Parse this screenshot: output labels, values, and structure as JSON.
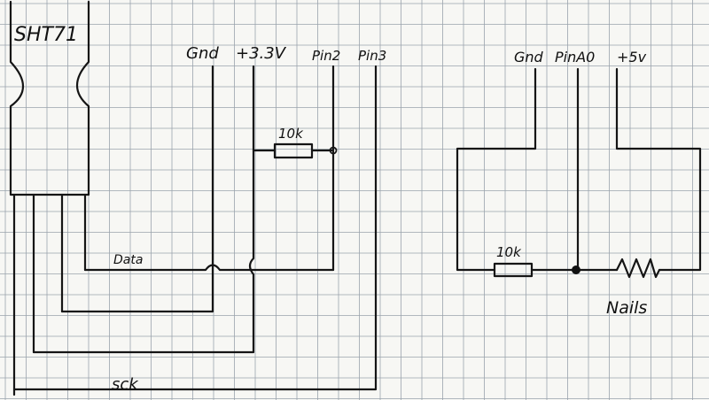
{
  "sensor": {
    "label": "SHT71"
  },
  "left_header": {
    "gnd": "Gnd",
    "v33": "+3.3V",
    "pin2": "Pin2",
    "pin3": "Pin3"
  },
  "right_header": {
    "gnd": "Gnd",
    "pina0": "PinA0",
    "v5": "+5v"
  },
  "resistor_left": {
    "value": "10k"
  },
  "resistor_right": {
    "value": "10k"
  },
  "wire_labels": {
    "data": "Data",
    "sck": "sck"
  },
  "sensor_element": {
    "label": "Nails"
  },
  "colors": {
    "ink": "#151515",
    "grid": "#9aa3ad",
    "paper": "#f7f7f4"
  }
}
